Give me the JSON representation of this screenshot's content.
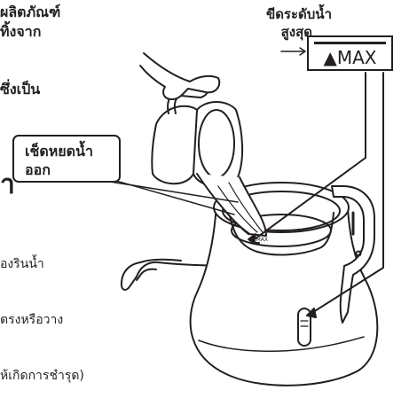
{
  "instructions": {
    "line1": "ผลิตภัณฑ์",
    "line2": "ทิ้งจาก",
    "line3": "ซึ่งเป็น"
  },
  "section": {
    "heading": "า",
    "line1": "องรินน้ำ",
    "line2": "ตรงหรือวาง",
    "line3": "ห้เกิดการชำรุด)"
  },
  "callouts": {
    "max_label_line1": "ขีดระดับน้ำ",
    "max_label_line2": "สูงสุด",
    "max_box_text": "▲MAX",
    "wipe_line1": "เช็ดหยดน้ำ",
    "wipe_line2": "ออก",
    "inner_max_mark": "▲MAX"
  },
  "colors": {
    "ink": "#231f20",
    "background": "#ffffff"
  }
}
